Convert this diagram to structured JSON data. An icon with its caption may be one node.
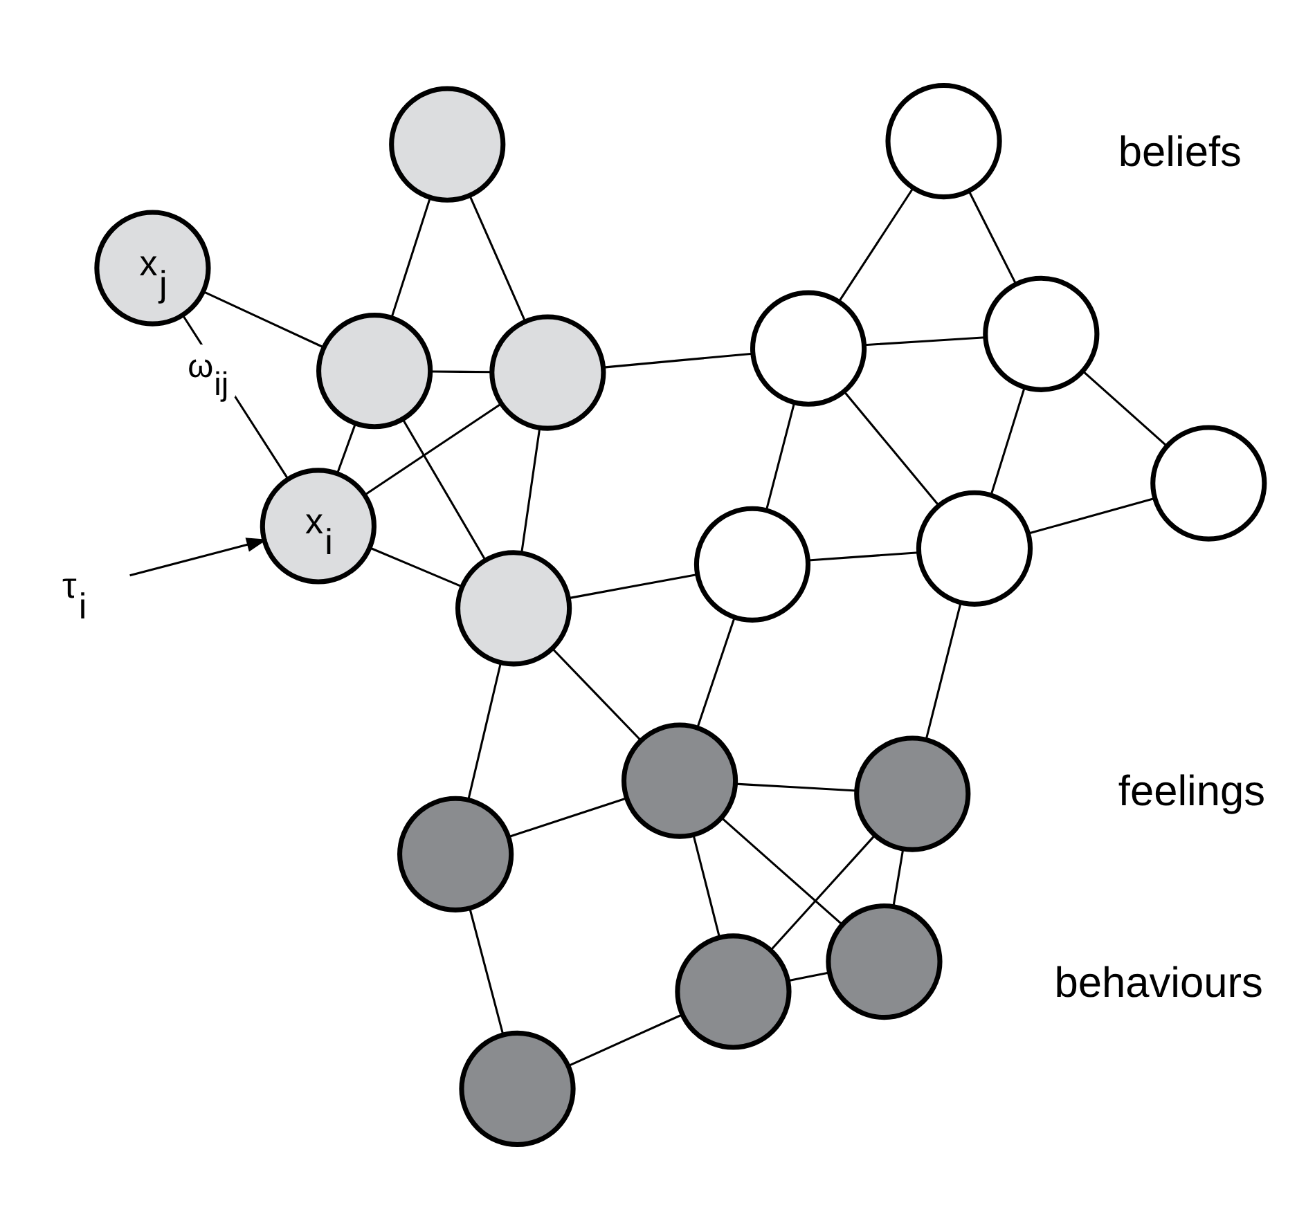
{
  "diagram": {
    "nodes": [
      {
        "text": [
          "x$_{i}$"
        ]
      },
      {
        "text": [
          "x$_{j}$"
        ]
      },
      {
        "text": [],
        "shape": "circle"
      },
      {
        "text": [],
        "shape": "circle"
      },
      {
        "text": [],
        "shape": "circle"
      },
      {
        "text": [],
        "shape": "circle"
      },
      {
        "text": [],
        "shape": "circle"
      },
      {
        "text": [],
        "shape": "circle"
      },
      {
        "text": [],
        "shape": "circle"
      },
      {
        "text": [],
        "shape": "circle"
      },
      {
        "text": [],
        "shape": "circle"
      },
      {
        "text": [],
        "shape": "circle"
      },
      {
        "text": [],
        "shape": "circle"
      },
      {
        "text": [],
        "shape": "circle"
      },
      {
        "text": [],
        "shape": "circle"
      },
      {
        "text": [],
        "shape": "circle"
      },
      {
        "text": [],
        "shape": "circle"
      },
      {
        "text": [],
        "shape": "circle"
      },
      {
        "text": [
          "τ$_{i}$"
        ]
      }
    ],
    "edges": [
      {
        "from": 0,
        "to": 1,
        "arrow": "none",
        "label": "ω$_{ij}$"
      },
      {
        "from": 0,
        "to": 3,
        "arrow": "none"
      },
      {
        "from": 0,
        "to": 4,
        "arrow": "none"
      },
      {
        "from": 0,
        "to": 2,
        "arrow": "none"
      },
      {
        "from": 1,
        "to": 2,
        "arrow": "none"
      },
      {
        "from": 2,
        "to": 3,
        "arrow": "none"
      },
      {
        "from": 2,
        "to": 4,
        "arrow": "none"
      },
      {
        "from": 2,
        "to": 5,
        "arrow": "none"
      },
      {
        "from": 3,
        "to": 4,
        "arrow": "none"
      },
      {
        "from": 4,
        "to": 5,
        "arrow": "none"
      },
      {
        "from": 3,
        "to": 6,
        "arrow": "none"
      },
      {
        "from": 3,
        "to": 8,
        "arrow": "none"
      },
      {
        "from": 3,
        "to": 12,
        "arrow": "none"
      },
      {
        "from": 4,
        "to": 14,
        "arrow": "none"
      },
      {
        "from": 6,
        "to": 7,
        "arrow": "none"
      },
      {
        "from": 6,
        "to": 8,
        "arrow": "none"
      },
      {
        "from": 7,
        "to": 9,
        "arrow": "none"
      },
      {
        "from": 8,
        "to": 9,
        "arrow": "none"
      },
      {
        "from": 8,
        "to": 11,
        "arrow": "none"
      },
      {
        "from": 8,
        "to": 10,
        "arrow": "none"
      },
      {
        "from": 8,
        "to": 12,
        "arrow": "none"
      },
      {
        "from": 9,
        "to": 10,
        "arrow": "none"
      },
      {
        "from": 9,
        "to": 11,
        "arrow": "none"
      },
      {
        "from": 10,
        "to": 11,
        "arrow": "none"
      },
      {
        "from": 10,
        "to": 15,
        "arrow": "none"
      },
      {
        "from": 12,
        "to": 14,
        "arrow": "none"
      },
      {
        "from": 12,
        "to": 15,
        "arrow": "none"
      },
      {
        "from": 14,
        "to": 13,
        "arrow": "none"
      },
      {
        "from": 14,
        "to": 16,
        "arrow": "none"
      },
      {
        "from": 14,
        "to": 15,
        "arrow": "none"
      },
      {
        "from": 13,
        "to": 16,
        "arrow": "none"
      },
      {
        "from": 15,
        "to": 16,
        "arrow": "none"
      },
      {
        "from": 15,
        "to": 17,
        "arrow": "none"
      },
      {
        "from": 16,
        "to": 17,
        "arrow": "none"
      },
      {
        "from": 18,
        "to": 0,
        "arrow": "to"
      }
    ],
    "labels": [
      "feelings",
      "behaviours",
      "beliefs"
    ]
  }
}
